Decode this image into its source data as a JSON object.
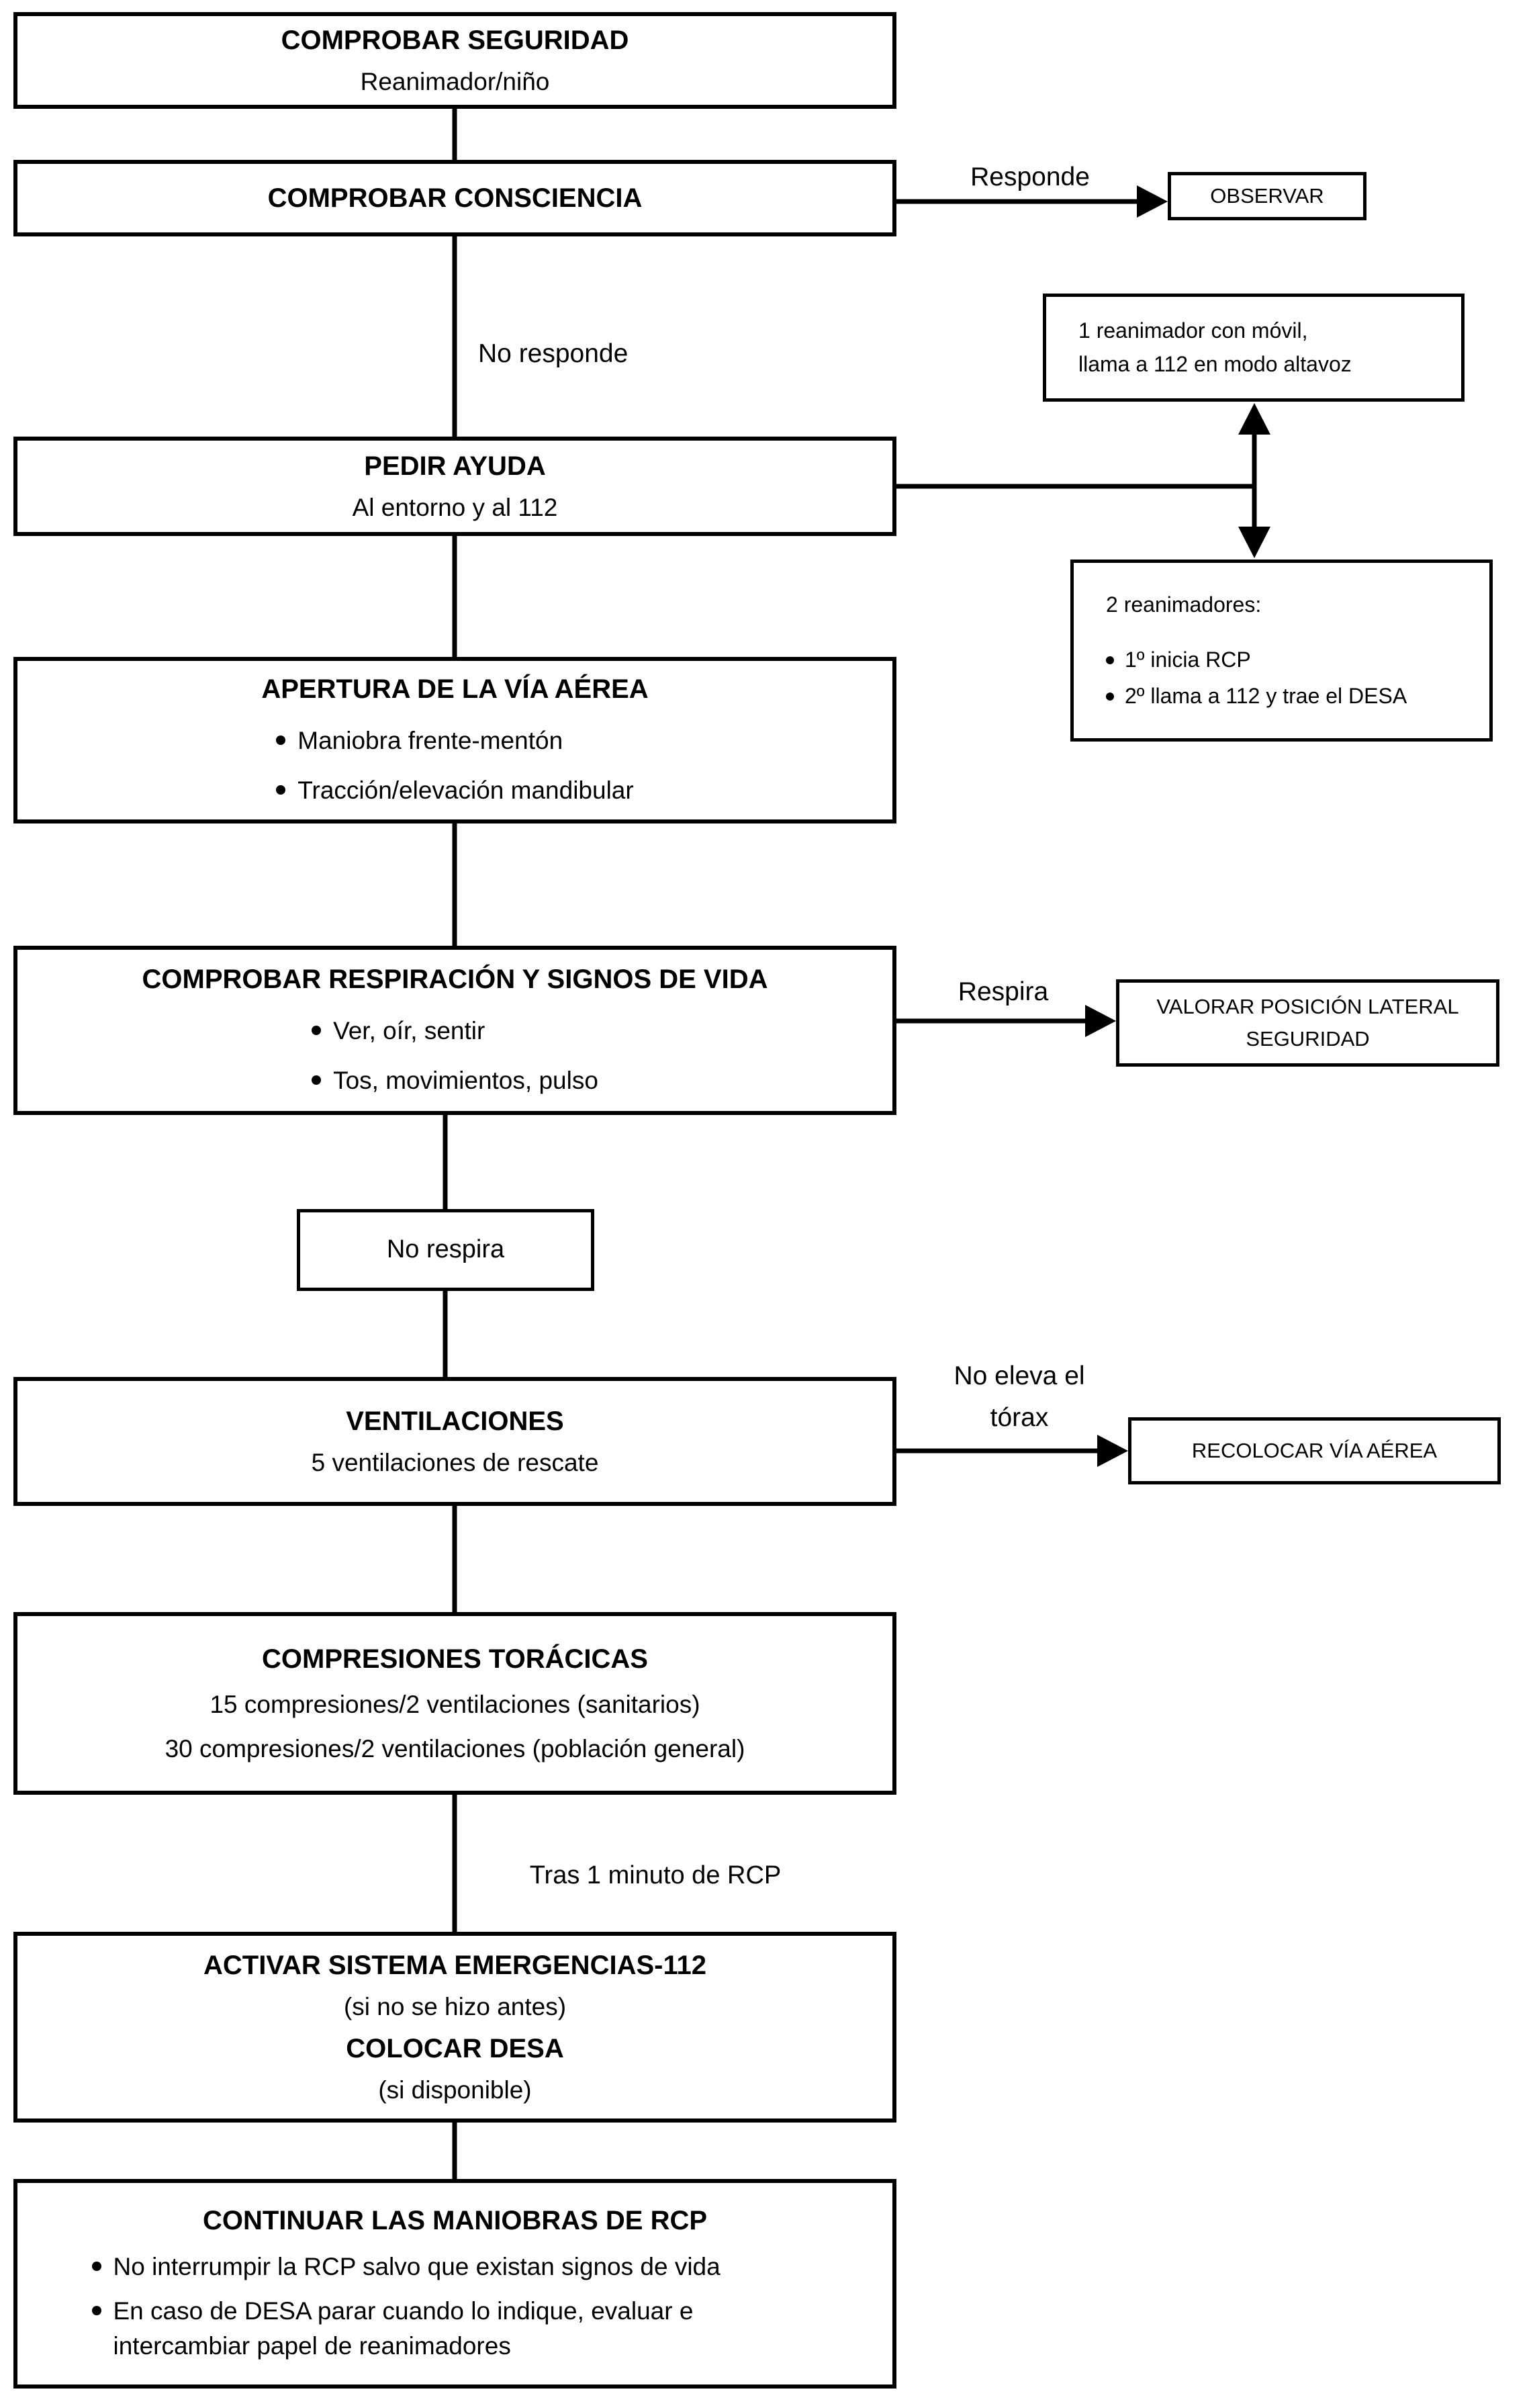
{
  "page": {
    "background": "#ffffff",
    "ink": "#000000"
  },
  "nodes": {
    "safety": {
      "title": "COMPROBAR SEGURIDAD",
      "subtitle": "Reanimador/niño"
    },
    "consciousness": {
      "title": "COMPROBAR CONSCIENCIA"
    },
    "ask_help": {
      "title": "PEDIR AYUDA",
      "subtitle": "Al entorno y al 112"
    },
    "airway": {
      "title": "APERTURA DE LA VÍA AÉREA",
      "bullets": [
        "Maniobra frente-mentón",
        "Tracción/elevación mandibular"
      ]
    },
    "breathing": {
      "title": "COMPROBAR RESPIRACIÓN Y SIGNOS DE VIDA",
      "bullets": [
        "Ver, oír, sentir",
        "Tos, movimientos, pulso"
      ]
    },
    "no_breathing": {
      "title": "No respira"
    },
    "ventilations": {
      "title": "VENTILACIONES",
      "subtitle": "5 ventilaciones de rescate"
    },
    "compressions": {
      "title": "COMPRESIONES TORÁCICAS",
      "lines": [
        "15 compresiones/2 ventilaciones (sanitarios)",
        "30 compresiones/2 ventilaciones (población general)"
      ]
    },
    "activate": {
      "lines": [
        "ACTIVAR SISTEMA EMERGENCIAS-112",
        "(si no se hizo antes)",
        "COLOCAR DESA",
        "(si disponible)"
      ]
    },
    "continue_cpr": {
      "title": "CONTINUAR LAS MANIOBRAS DE RCP",
      "bullets": [
        "No interrumpir la RCP salvo que existan signos de vida",
        "En caso de DESA parar cuando lo indique, evaluar e intercambiar papel de reanimadores"
      ]
    }
  },
  "side": {
    "observe": {
      "title": "OBSERVAR"
    },
    "one_rescuer": {
      "lines": [
        "1 reanimador con móvil,",
        "llama a 112 en modo altavoz"
      ]
    },
    "two_rescuers": {
      "title": "2 reanimadores:",
      "bullets": [
        "1º inicia RCP",
        "2º llama a 112 y trae el DESA"
      ]
    },
    "recovery_position": {
      "lines": [
        "VALORAR POSICIÓN LATERAL",
        "SEGURIDAD"
      ]
    },
    "reposition_airway": {
      "title": "RECOLOCAR VÍA AÉREA"
    }
  },
  "edge_labels": {
    "responds": "Responde",
    "no_response": "No responde",
    "breathes": "Respira",
    "chest_not_rising": [
      "No eleva el",
      "tórax"
    ],
    "after_one_minute": "Tras 1 minuto de RCP"
  }
}
